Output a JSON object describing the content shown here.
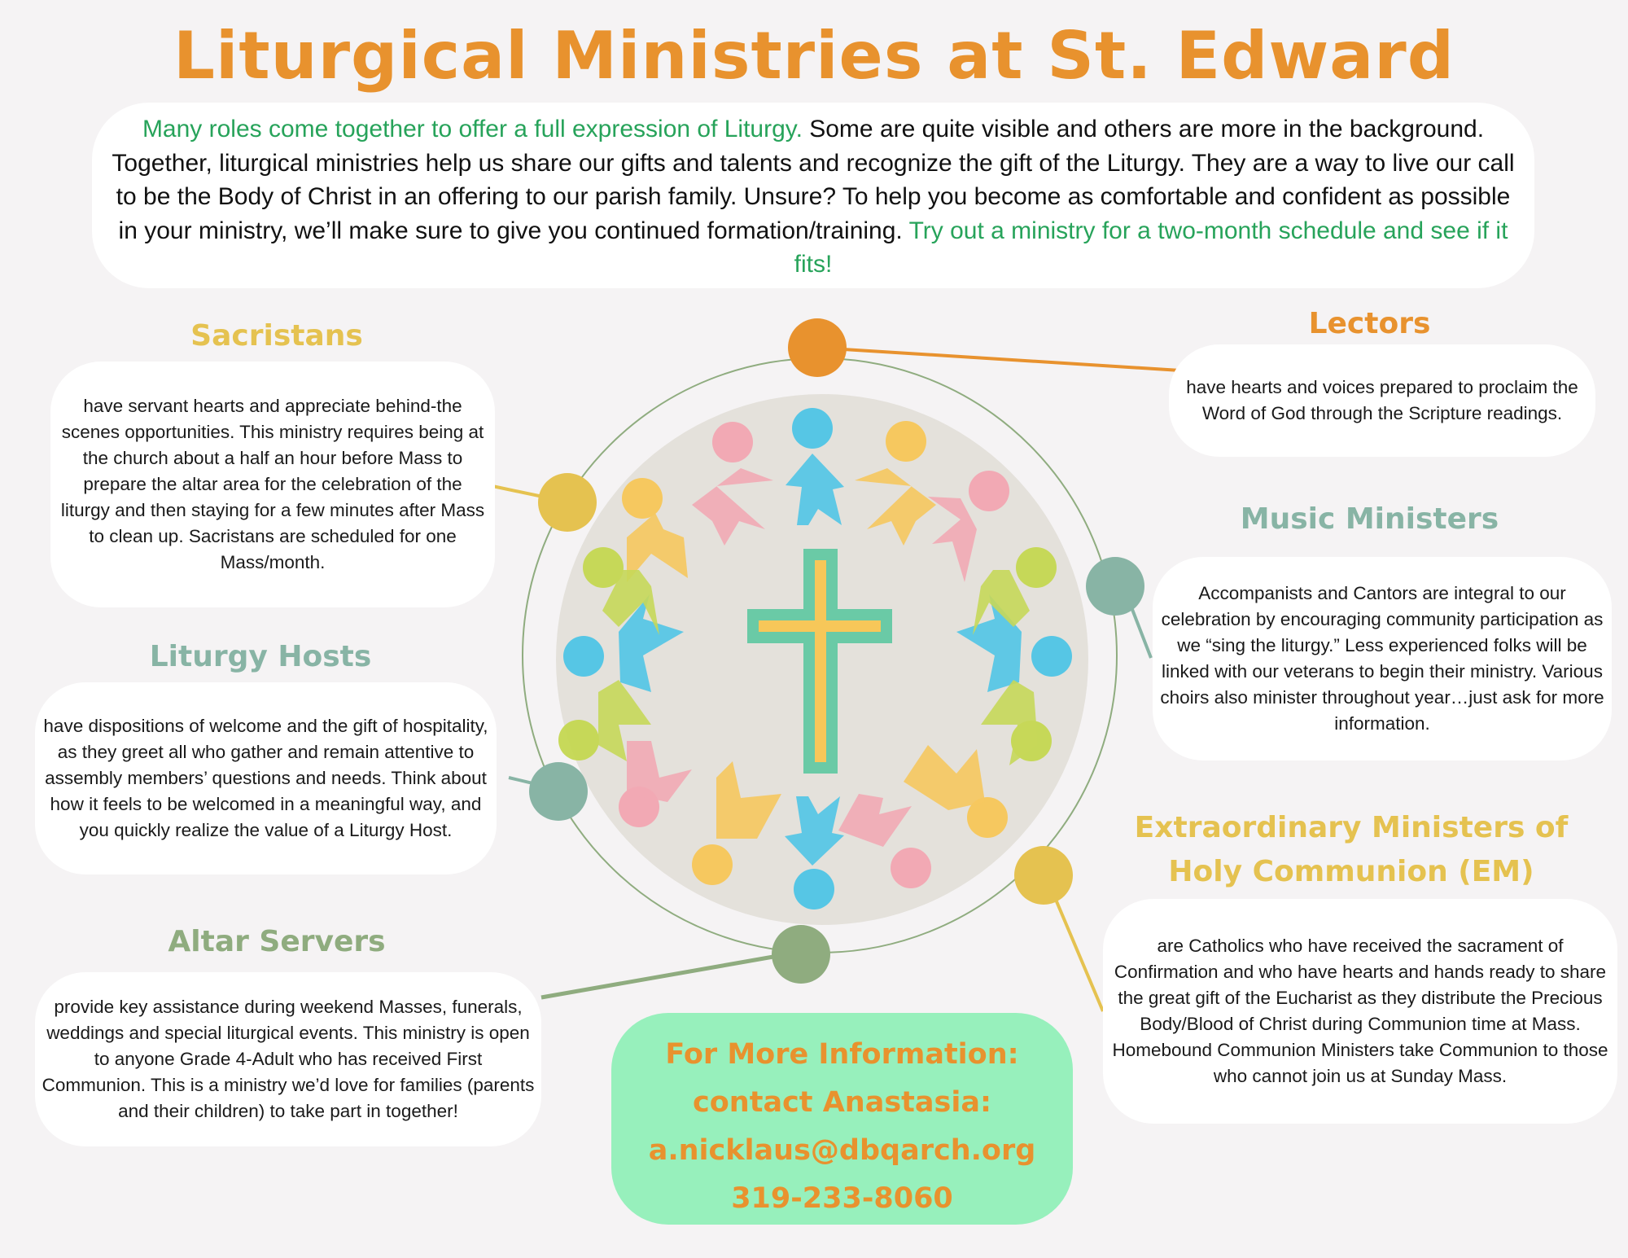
{
  "title": "Liturgical Ministries at St. Edward",
  "intro": {
    "lead_green": "Many roles come together to offer a full expression of Liturgy.",
    "body": " Some are quite visible and others are more in the background. Together, liturgical ministries help us share our gifts and talents and recognize the gift of the Liturgy. They are a way to live our call to be the Body of Christ in an offering to our parish family. Unsure? To help you become as comfortable and confident as possible in your ministry, we’ll make sure to give you continued formation/training. ",
    "tail_green": "Try out a ministry for a two-month schedule and see if it fits!"
  },
  "colors": {
    "background": "#f5f3f4",
    "title_orange": "#e8922e",
    "accent_green_text": "#27a35a",
    "sacristans_gold": "#e5c250",
    "liturgy_hosts_teal": "#88b4a5",
    "altar_servers_green": "#8fac7f",
    "lectors_orange": "#e8922e",
    "music_teal": "#88b4a5",
    "em_gold": "#e5c250",
    "contact_bg": "#97f0bc",
    "cross_outer": "#6acaa6",
    "cross_inner": "#f7c759",
    "disc": "#e4e1db"
  },
  "ministries": {
    "sacristans": {
      "heading": "Sacristans",
      "description": "have servant hearts and appreciate behind-the scenes opportunities. This ministry requires being at the church about a half an hour before Mass to prepare the altar area for the celebration of the liturgy and then staying for a few minutes after Mass to clean up. Sacristans are scheduled for one Mass/month."
    },
    "liturgy_hosts": {
      "heading": "Liturgy Hosts",
      "description": "have dispositions of welcome and the gift of hospitality, as they greet all who gather and remain attentive to assembly members’ questions and needs. Think about how it feels to be welcomed in a meaningful way, and you quickly realize the value of a Liturgy Host."
    },
    "altar_servers": {
      "heading": "Altar Servers",
      "description": "provide key assistance during weekend Masses, funerals, weddings and special liturgical events. This ministry is open to anyone Grade 4-Adult who has received First Communion. This is a ministry we’d love for families (parents and their children) to take part in together!"
    },
    "lectors": {
      "heading": "Lectors",
      "description": "have hearts and voices prepared to proclaim the Word of God through the Scripture readings."
    },
    "music_ministers": {
      "heading": "Music Ministers",
      "description": "Accompanists and Cantors are integral to our celebration by encouraging community participation as we “sing the liturgy.” Less experienced folks will be linked with our veterans to begin their ministry. Various choirs also minister throughout year…just ask for more information."
    },
    "em": {
      "heading_line1": "Extraordinary Ministers of",
      "heading_line2": "Holy Communion (EM)",
      "description": "are Catholics who have received the sacrament of Confirmation and who have hearts and hands ready to share the great gift of the Eucharist as they distribute the Precious Body/Blood of Christ during Communion time at Mass. Homebound Communion Ministers take Communion to those who cannot join us at Sunday Mass."
    }
  },
  "contact": {
    "line1": "For More Information:",
    "line2": "contact Anastasia:",
    "email": "a.nicklaus@dbqarch.org",
    "phone": "319-233-8060"
  },
  "center_art": {
    "icon": "people-circle-cross-icon",
    "figure_colors": [
      "#4fc5e6",
      "#f7c759",
      "#f3a6b3",
      "#c5d752"
    ]
  }
}
